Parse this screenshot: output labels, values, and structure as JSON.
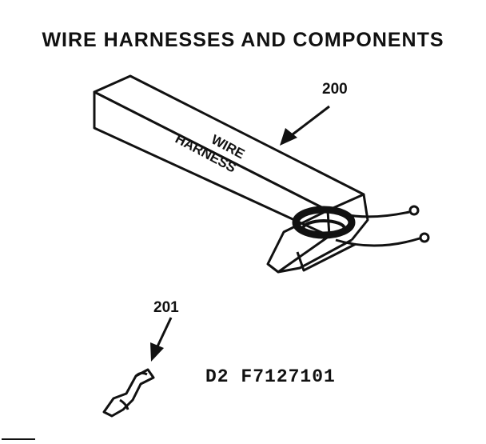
{
  "diagram": {
    "title": "WIRE HARNESSES AND COMPONENTS",
    "box_label_line1": "WIRE",
    "box_label_line2": "HARNESS",
    "callouts": [
      {
        "id": "200",
        "label": "200"
      },
      {
        "id": "201",
        "label": "201"
      }
    ],
    "drawing_code": "D2  F7127101"
  }
}
